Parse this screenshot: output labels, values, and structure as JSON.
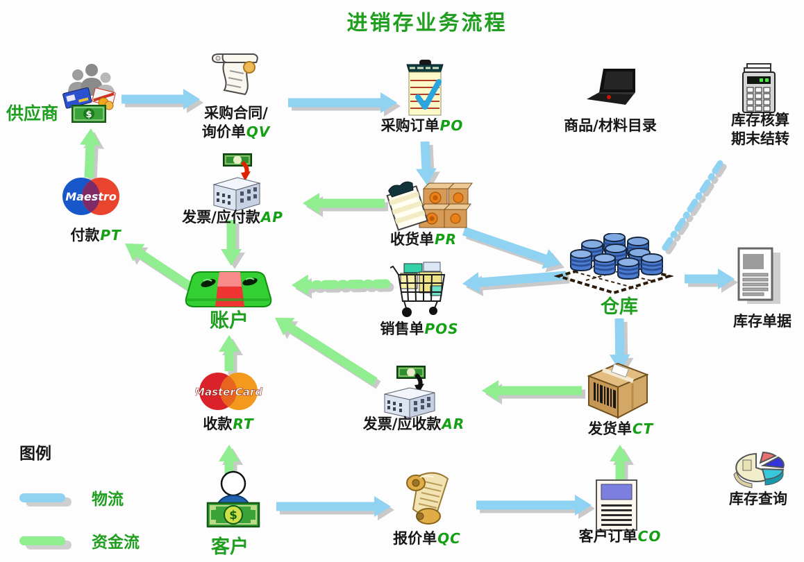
{
  "title": "进销存业务流程",
  "colors": {
    "title_green": "#1f9e1f",
    "label_black": "#161616",
    "code_green": "#14a014",
    "flow_blue": "#8fd2f2",
    "flow_green": "#90ee90",
    "arrow_shadow": "#c9c9c9"
  },
  "legend": {
    "title": "图例",
    "items": [
      {
        "label": "物流",
        "color": "#8fd2f2"
      },
      {
        "label": "资金流",
        "color": "#90ee90"
      }
    ]
  },
  "icon_glyphs": {
    "dollar": "$"
  },
  "nodes": {
    "supplier": {
      "label": "供应商"
    },
    "contract": {
      "line1": "采购合同/",
      "line2": "询价单",
      "code": "QV"
    },
    "po": {
      "label": "采购订单",
      "code": "PO"
    },
    "catalog": {
      "label": "商品/材料目录"
    },
    "closing": {
      "line1": "库存核算",
      "line2": "期末结转"
    },
    "payment": {
      "label": "付款",
      "code": "PT",
      "brand": "Maestro"
    },
    "ap": {
      "label": "发票/应付款",
      "code": "AP"
    },
    "pr": {
      "label": "收货单",
      "code": "PR"
    },
    "warehouse": {
      "label": "仓库"
    },
    "docs": {
      "label": "库存单据"
    },
    "account": {
      "label": "账户"
    },
    "pos": {
      "label": "销售单",
      "code": "POS"
    },
    "receipt": {
      "label": "收款",
      "code": "RT",
      "brand": "MasterCard"
    },
    "ar": {
      "label": "发票/应收款",
      "code": "AR"
    },
    "ct": {
      "label": "发货单",
      "code": "CT"
    },
    "customer": {
      "label": "客户"
    },
    "qc": {
      "label": "报价单",
      "code": "QC"
    },
    "co": {
      "label": "客户订单",
      "code": "CO"
    },
    "query": {
      "label": "库存查询"
    }
  }
}
